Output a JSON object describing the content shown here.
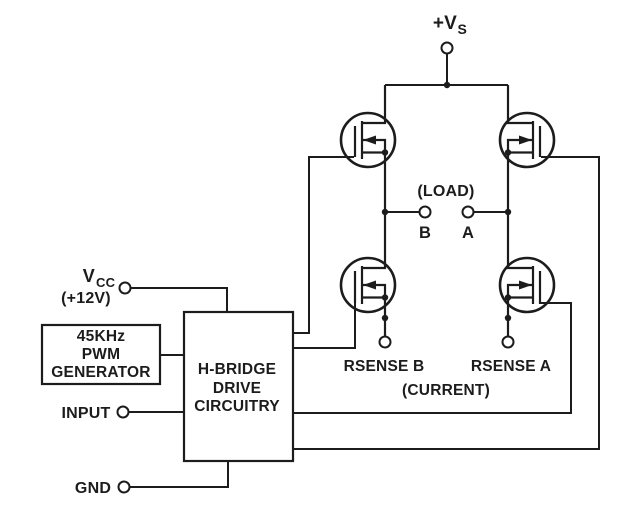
{
  "colors": {
    "line": "#1c1c1c",
    "background": "#ffffff"
  },
  "supply": {
    "main": "+V",
    "sub": "S"
  },
  "vcc": {
    "main": "V",
    "sub": "CC",
    "voltage": "(+12V)"
  },
  "pwm_generator": {
    "line1": "45KHz",
    "line2": "PWM",
    "line3": "GENERATOR"
  },
  "hbridge": {
    "line1": "H-BRIDGE",
    "line2": "DRIVE",
    "line3": "CIRCUITRY"
  },
  "io": {
    "input": "INPUT",
    "gnd": "GND"
  },
  "load": {
    "label": "(LOAD)",
    "terminal_b": "B",
    "terminal_a": "A"
  },
  "sense": {
    "rsense_b": "RSENSE B",
    "rsense_a": "RSENSE A",
    "current": "(CURRENT)"
  }
}
